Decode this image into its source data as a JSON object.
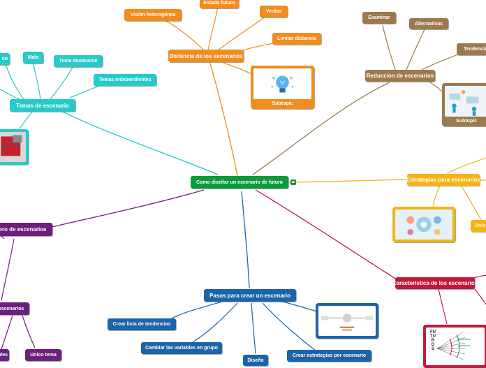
{
  "root": "Como diseñar un escenario de futuro",
  "branches": {
    "distancia": {
      "label": "Distancia de los escenarios",
      "color": "#f28c1c",
      "children": [
        "Estado futuro",
        "Visión heterogénea",
        "Ventas",
        "Limitar distancia"
      ],
      "subtopic": "Subtopic"
    },
    "reduccion": {
      "label": "Reduccion de escenarios",
      "color": "#9c7a4d",
      "children": [
        "Examinar",
        "Alternativas",
        "Tendencia"
      ],
      "subtopic": "Subtopic"
    },
    "temas": {
      "label": "Temas de escenario",
      "color": "#28c9c9",
      "children": [
        "no",
        "Malo",
        "Tema dominante",
        "Temas independientes"
      ]
    },
    "estrategias": {
      "label": "Estrategias para escenarios",
      "color": "#f4b514",
      "children": [
        "Unic"
      ]
    },
    "numero": {
      "label": "ero de escenarios",
      "color": "#6c1f7c",
      "children": [
        "escenarios",
        "bles",
        "Unico tema"
      ]
    },
    "caracteristica": {
      "label": "Caracteristica de los escenarios",
      "color": "#c5183a"
    },
    "pasos": {
      "label": "Pasos para crear un escenario",
      "color": "#1c64a8",
      "children": [
        "Crear lista de tendencias",
        "Cambiar las variables en grupo",
        "Diseño",
        "Crear estrategias por escenario"
      ]
    }
  },
  "image_text": {
    "futuros_word": "FUTUROS",
    "deseables": "deseables",
    "probables": "probables"
  }
}
